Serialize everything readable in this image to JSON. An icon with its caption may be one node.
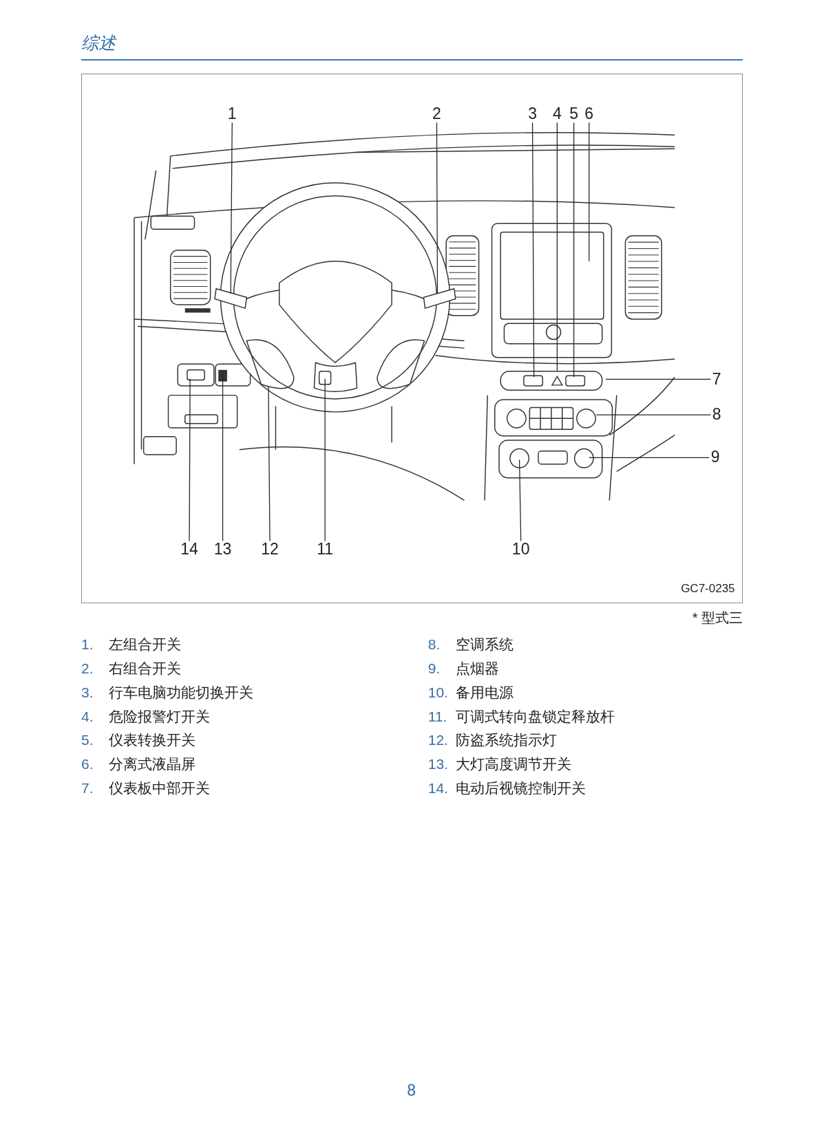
{
  "diagram": {
    "title": "综述",
    "nodes": [
      {
        "text": [
          "1"
        ]
      },
      {
        "text": [
          "2"
        ]
      },
      {
        "text": [
          "3"
        ]
      },
      {
        "text": [
          "4"
        ]
      },
      {
        "text": [
          "5"
        ]
      },
      {
        "text": [
          "6"
        ]
      },
      {
        "text": [
          "7"
        ]
      },
      {
        "text": [
          "8"
        ]
      },
      {
        "text": [
          "9"
        ]
      },
      {
        "text": [
          "10"
        ]
      },
      {
        "text": [
          "11"
        ]
      },
      {
        "text": [
          "12"
        ]
      },
      {
        "text": [
          "13"
        ]
      },
      {
        "text": [
          "14"
        ]
      }
    ],
    "edges": [
      {
        "from": 0,
        "to": null,
        "arrow": "none"
      },
      {
        "from": 1,
        "to": null,
        "arrow": "none"
      },
      {
        "from": 2,
        "to": null,
        "arrow": "none"
      },
      {
        "from": 3,
        "to": null,
        "arrow": "none"
      },
      {
        "from": 4,
        "to": null,
        "arrow": "none"
      },
      {
        "from": 5,
        "to": null,
        "arrow": "none"
      },
      {
        "from": 6,
        "to": null,
        "arrow": "none"
      },
      {
        "from": 7,
        "to": null,
        "arrow": "none"
      },
      {
        "from": 8,
        "to": null,
        "arrow": "none"
      },
      {
        "from": 9,
        "to": null,
        "arrow": "none"
      },
      {
        "from": 10,
        "to": null,
        "arrow": "none"
      },
      {
        "from": 11,
        "to": null,
        "arrow": "none"
      },
      {
        "from": 12,
        "to": null,
        "arrow": "none"
      },
      {
        "from": 13,
        "to": null,
        "arrow": "none"
      }
    ],
    "labels": [
      "GC7-0235",
      "* 型式三",
      "1.",
      "左组合开关",
      "8.",
      "空调系统",
      "2.",
      "右组合开关",
      "9.",
      "点烟器",
      "3.",
      "行车电脑功能切换开关",
      "10.",
      "备用电源",
      "4.",
      "危险报警灯开关",
      "11.",
      "可调式转向盘锁定释放杆",
      "5.",
      "仪表转换开关",
      "12.",
      "防盗系统指示灯",
      "6.",
      "分离式液晶屏",
      "13.",
      "大灯高度调节开关",
      "7.",
      "仪表板中部开关",
      "14.",
      "电动后视镜控制开关",
      "8"
    ]
  }
}
